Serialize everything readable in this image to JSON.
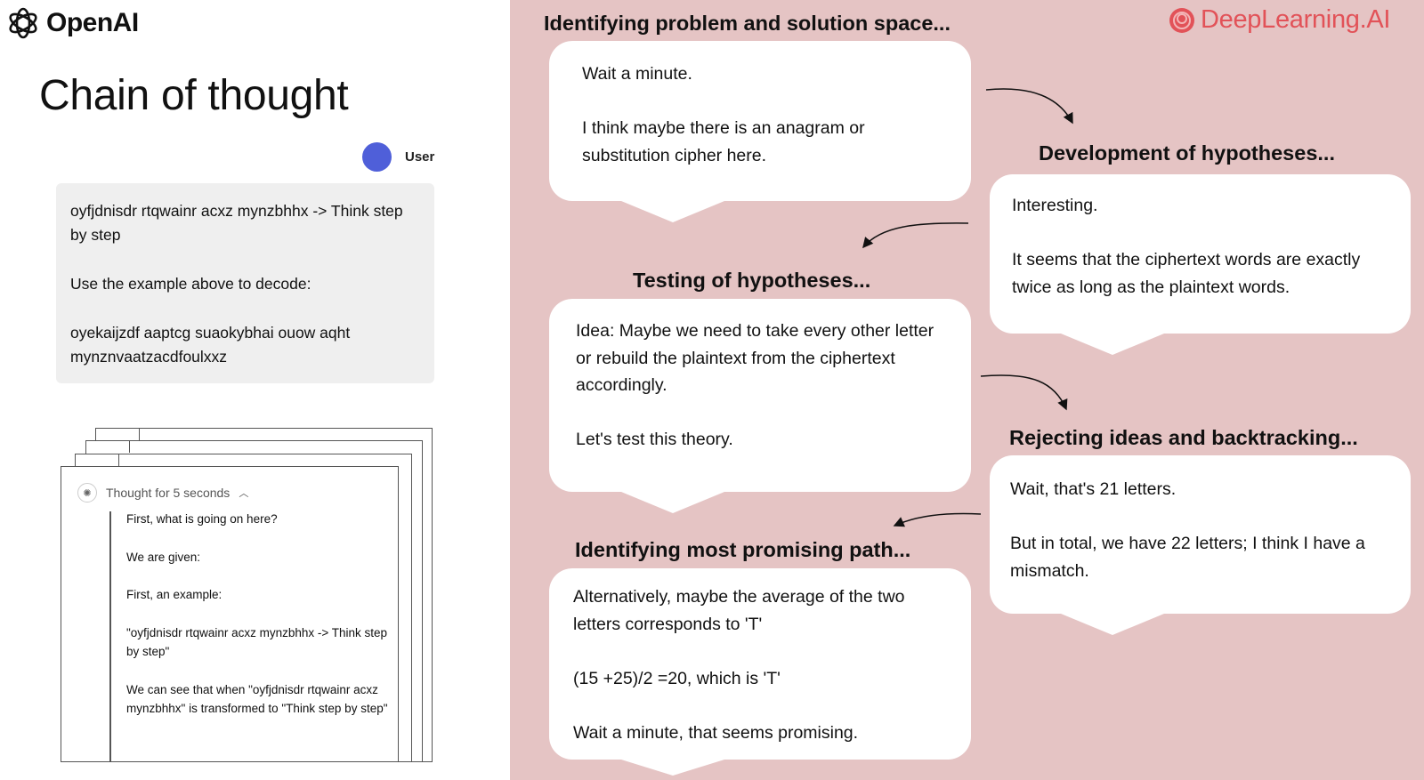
{
  "brand": {
    "openai": "OpenAI",
    "deeplearning": "DeepLearning.AI"
  },
  "slide": {
    "title": "Chain of thought"
  },
  "chat": {
    "user_label": "User",
    "prompt_lines": [
      "oyfjdnisdr rtqwainr acxz mynzbhhx -> Think step by step",
      "Use the example above to decode:",
      "oyekaijzdf aaptcg suaokybhai ouow aqht mynznvaatzacdfoulxxz"
    ]
  },
  "thought": {
    "header": "Thought for 5 seconds",
    "lines": [
      "First, what is going on here?",
      "We are given:",
      "First, an example:",
      "\"oyfjdnisdr rtqwainr acxz mynzbhhx -> Think step by step\"",
      "We can see that when \"oyfjdnisdr rtqwainr acxz mynzbhhx\" is transformed to \"Think step by step\""
    ]
  },
  "stages": [
    {
      "heading": "Identifying problem and solution space...",
      "paragraphs": [
        "Wait a minute.",
        "I think maybe there is an anagram or substitution cipher here."
      ]
    },
    {
      "heading": "Development of hypotheses...",
      "paragraphs": [
        "Interesting.",
        "It seems that the ciphertext words are exactly twice as long as the plaintext words."
      ]
    },
    {
      "heading": "Testing of hypotheses...",
      "paragraphs": [
        "Idea: Maybe we need to take every other letter or rebuild the plaintext from the ciphertext accordingly.",
        "Let's test this theory."
      ]
    },
    {
      "heading": "Rejecting ideas and backtracking...",
      "paragraphs": [
        "Wait, that's 21 letters.",
        "But in total, we have 22 letters; I think I have a mismatch."
      ]
    },
    {
      "heading": "Identifying most promising path...",
      "paragraphs": [
        "Alternatively, maybe the average of the two letters corresponds to 'T'",
        "(15 +25)/2 =20, which is 'T'",
        "Wait a minute, that seems promising."
      ]
    }
  ],
  "colors": {
    "right_bg": "#e5c4c4",
    "avatar": "#4f5fd9",
    "dl_brand": "#e25258",
    "prompt_bg": "#efefef"
  }
}
